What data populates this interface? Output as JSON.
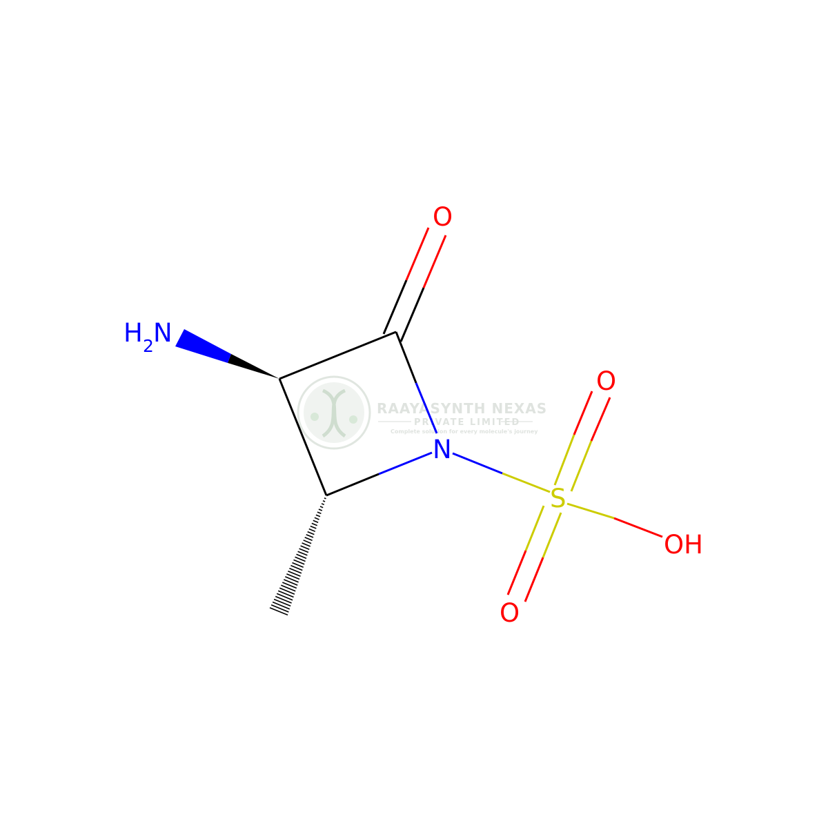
{
  "colors": {
    "carbon": "#000000",
    "nitrogen": "#0000ff",
    "oxygen": "#ff0000",
    "sulfur": "#cccc00",
    "watermark": "#c8d2c8"
  },
  "atoms": {
    "amine_h": "H",
    "amine_sub": "2",
    "amine_n": "N",
    "carbonyl_o": "O",
    "ring_n": "N",
    "sulfur": "S",
    "sulfonyl_o_top": "O",
    "sulfonyl_o_bottom": "O",
    "hydroxyl": "OH"
  },
  "watermark": {
    "title": "RAAYASYNTH NEXAS",
    "subtitle": "PRIVATE LIMITED",
    "tagline": "Complete solution for every molecule's journey",
    "logo_icon": "dna-helix-icon"
  }
}
